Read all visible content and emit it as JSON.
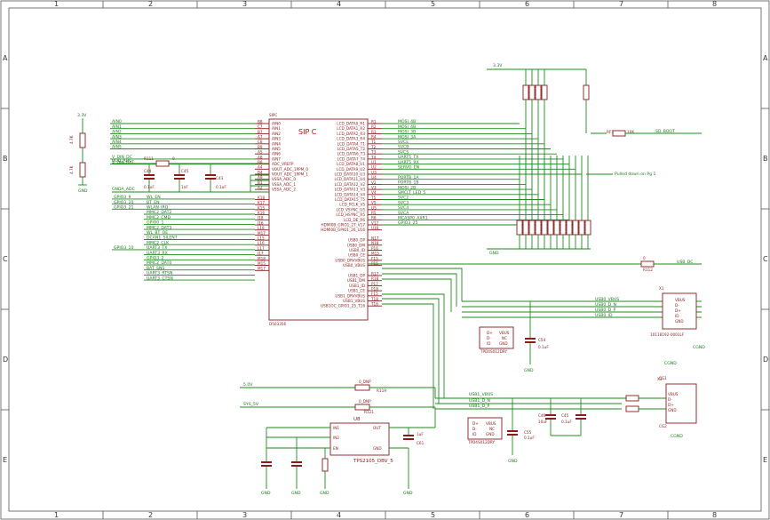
{
  "grid": {
    "columns": [
      "1",
      "2",
      "3",
      "4",
      "5",
      "6",
      "7",
      "8"
    ],
    "rows": [
      "A",
      "B",
      "C",
      "D",
      "E"
    ]
  },
  "sip": {
    "ref": "SIPC",
    "name": "SIP C",
    "part": "D503356",
    "left_pins": [
      {
        "name": "AIN0",
        "num": "B8"
      },
      {
        "name": "AIN1",
        "num": "C7"
      },
      {
        "name": "AIN2",
        "num": "B7"
      },
      {
        "name": "AIN3",
        "num": "A7"
      },
      {
        "name": "AIN4",
        "num": "C8"
      },
      {
        "name": "AIN5",
        "num": "B9"
      },
      {
        "name": "AIN6",
        "num": "A5"
      },
      {
        "name": "AIN7",
        "num": "A8"
      },
      {
        "name": "ADC_VREFP",
        "num": "B8"
      },
      {
        "name": "VOUT_ADC_1PPM_0",
        "num": "A4"
      },
      {
        "name": "VOUT_ADC_1PPM_1",
        "num": "B4"
      },
      {
        "name": "VSSA_ADC_0",
        "num": "A9"
      },
      {
        "name": "VSSA_ADC_1",
        "num": "B1"
      },
      {
        "name": "VSSA_ADC_2",
        "num": "A2"
      },
      {
        "name": "",
        "num": ""
      },
      {
        "name": "",
        "num": "K18"
      },
      {
        "name": "",
        "num": "K17"
      },
      {
        "name": "",
        "num": "K15"
      },
      {
        "name": "",
        "num": "K16"
      },
      {
        "name": "",
        "num": "J18"
      },
      {
        "name": "",
        "num": "J16"
      },
      {
        "name": "",
        "num": "L18"
      },
      {
        "name": "",
        "num": "M17"
      },
      {
        "name": "",
        "num": "L15"
      },
      {
        "name": "",
        "num": "L16"
      },
      {
        "name": "",
        "num": "L17"
      },
      {
        "name": "",
        "num": "J17"
      },
      {
        "name": "",
        "num": "M18"
      },
      {
        "name": "",
        "num": "M15"
      },
      {
        "name": "",
        "num": "M17"
      }
    ],
    "right_pins": [
      {
        "name": "LCD_DATA0_R1",
        "num": "R1"
      },
      {
        "name": "LCD_DATA1_R2",
        "num": "R2"
      },
      {
        "name": "LCD_DATA2_R3",
        "num": "R3"
      },
      {
        "name": "LCD_DATA3_R4",
        "num": "R4"
      },
      {
        "name": "LCD_DATA4_T1",
        "num": "T1"
      },
      {
        "name": "LCD_DATA5_T2",
        "num": "T2"
      },
      {
        "name": "LCD_DATA6_T3",
        "num": "T3"
      },
      {
        "name": "LCD_DATA7_T4",
        "num": "T4"
      },
      {
        "name": "LCD_DATA8_U1",
        "num": "U1"
      },
      {
        "name": "LCD_DATA9_U2",
        "num": "U2"
      },
      {
        "name": "LCD_DATA10_U3",
        "num": "U3"
      },
      {
        "name": "LCD_DATA11_U4",
        "num": "U4"
      },
      {
        "name": "LCD_DATA12_V2",
        "num": "V2"
      },
      {
        "name": "LCD_DATA13_V3",
        "num": "V3"
      },
      {
        "name": "LCD_DATA14_V4",
        "num": "V4"
      },
      {
        "name": "LCD_DATA15_T5",
        "num": "T5"
      },
      {
        "name": "LCD_PCLK_V5",
        "num": "V5"
      },
      {
        "name": "LCD_VSYNC_U5",
        "num": "U5"
      },
      {
        "name": "LCD_HSYNC_R5",
        "num": "R5"
      },
      {
        "name": "LCD_DE_R6",
        "num": "R6"
      },
      {
        "name": "HDMI0B_GPIO1_27_V17",
        "num": "V17"
      },
      {
        "name": "HDMI0B_GPIO1_26_U16",
        "num": "U16"
      },
      {
        "name": "",
        "num": ""
      },
      {
        "name": "USB0_DP",
        "num": "N17"
      },
      {
        "name": "USB0_DM",
        "num": "N18"
      },
      {
        "name": "USB0_ID",
        "num": "P16"
      },
      {
        "name": "USB0_CE",
        "num": "M15"
      },
      {
        "name": "USB0_DRVVBUS",
        "num": "F15"
      },
      {
        "name": "USB0_VBUS",
        "num": "P15"
      },
      {
        "name": "",
        "num": ""
      },
      {
        "name": "USB1_DP",
        "num": "R17"
      },
      {
        "name": "USB1_DM",
        "num": "R18"
      },
      {
        "name": "USB1_ID",
        "num": "P17"
      },
      {
        "name": "USB1_CE",
        "num": "P18"
      },
      {
        "name": "USB1_DRVVBUS",
        "num": "F15"
      },
      {
        "name": "USB1_VBUS",
        "num": "T18"
      },
      {
        "name": "USB1OC_GPIO1_25_T16",
        "num": "T16"
      }
    ]
  },
  "nets_left": [
    "AIN0",
    "AIN1",
    "AIN2",
    "AIN3",
    "AIN4",
    "AIN5",
    "V_DIN_DC",
    "V_DIN_BAT",
    "VDD_ADC",
    "GNDA_ADC"
  ],
  "nets_gpio_left": [
    "GPIO3_9",
    "GPIO3_20",
    "GPIO3_21",
    "GPIO3_10"
  ],
  "nets_left_bus": [
    "WL_EN",
    "BT_EN",
    "WLAN_IRQ",
    "MMC2_DAT2",
    "MMC2_CMD",
    "GPIO0_1",
    "MMC2_DAT3",
    "WL_BT_OE",
    "DCAN1_SILENT",
    "MMC2_CLK",
    "UART3_TX",
    "UART3_RX",
    "GPIO3_2",
    "MMC2_DAT0",
    "BAT_SNS",
    "UART3_RTSN",
    "UART3_CTSN"
  ],
  "nets_right": [
    "MOSI_4B",
    "MOSI_4B",
    "MOSI_3B",
    "MOSI_3A",
    "SVCE",
    "SVCB",
    "SVCS",
    "UART5_TX",
    "UART5_RX",
    "SERVO_EN",
    "",
    "PORTB_1A",
    "PORTB_1B",
    "MOSI_2B",
    "SMCLT_LED_5",
    "SVC2",
    "SVC3",
    "SVC4",
    "SVCA",
    "MCASP0_AXR1",
    "GPIO3_25"
  ],
  "labels": {
    "v33": "3.3V",
    "v33_left": "3.3V",
    "v50": "5.0V",
    "sys_5v": "SYS_5V",
    "gnd": "GND",
    "sd_boot": "SD_BOOT",
    "pulled_down": "Pulled down on Pg 1",
    "usb_dc": "USB_DC",
    "usb0_vbus": "USB0_VBUS",
    "usb0_dn": "USB0_D_N",
    "usb0_dp": "USB0_D_P",
    "usb0_id": "USB0_ID",
    "usb1_vbus": "USB1_VBUS",
    "usb1_dn": "USB1_D_N",
    "usb1_dp": "USB1_D_P",
    "usb1_id": "USB1_ID",
    "vbus": "VBUS",
    "dminus": "D-",
    "dplus": "D+",
    "id": "ID",
    "gnd_pin": "GND",
    "cgnd": "CGND",
    "nc": "NC"
  },
  "parts": {
    "r111": "R111",
    "r111_val": "0",
    "c44": "C44",
    "c44_val": "0.1uF",
    "c45": "C45",
    "c45_val": "1nF",
    "c43": "C43",
    "c43_val": "0.1uF",
    "r_top": "4.7K",
    "r_bot": "4.7K",
    "rsd": "RF7",
    "rsd_val": "10K",
    "r112": "R112",
    "r112_val": "0",
    "x1": "X1",
    "x1_part": "10118192-0001LF",
    "x3": "X3",
    "u8": "U8",
    "u8_part": "TPS2105_DBV_5",
    "u8_in1": "IN1",
    "u8_in2": "IN2",
    "u8_en": "EN",
    "u8_out": "OUT",
    "u8_gnd": "GND",
    "r119": "R119",
    "r119_val": "0_DNP",
    "r121": "R121",
    "r121_val": "0_DNP",
    "c61": "C61",
    "c61_val": "1uF",
    "c55": "C55",
    "c55_val": "0.1uF",
    "c54": "C54",
    "c54_val": "0.1uF",
    "c46": "C46",
    "c46_val": "10uF",
    "c45b": "C45",
    "c45b_val": "0.1uF",
    "cg1": "CG1",
    "cg2": "CG2",
    "tvs": "TPD4S012DRY"
  }
}
